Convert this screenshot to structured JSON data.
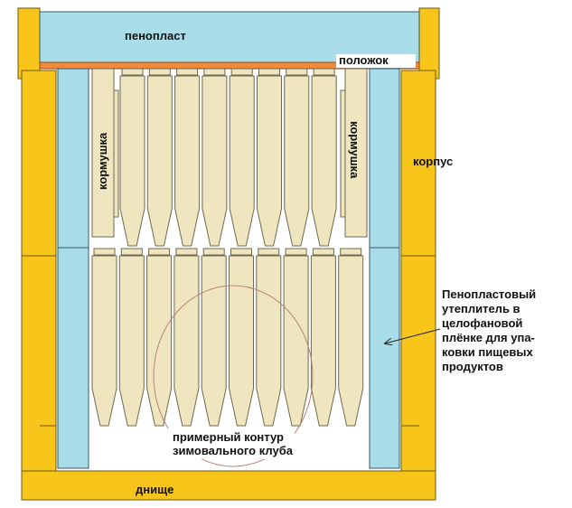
{
  "labels": {
    "foam_top": "пенопласт",
    "strip": "положок",
    "feeder_left": "кормушка",
    "feeder_right": "кормушка",
    "body": "корпус",
    "insulation_line1": "Пенопластовый",
    "insulation_line2": "утеплитель в",
    "insulation_line3": "целофановой",
    "insulation_line4": "плёнке для упа-",
    "insulation_line5": "ковки пищевых",
    "insulation_line6": "продуктов",
    "club_line1": "примерный контур",
    "club_line2": "зимовального клуба",
    "bottom": "днище"
  },
  "colors": {
    "body": "#f8c51a",
    "foam": "#a8dde8",
    "frames": "#efe6c0",
    "strip": "#f08a3c",
    "club_outline": "#b58272"
  }
}
